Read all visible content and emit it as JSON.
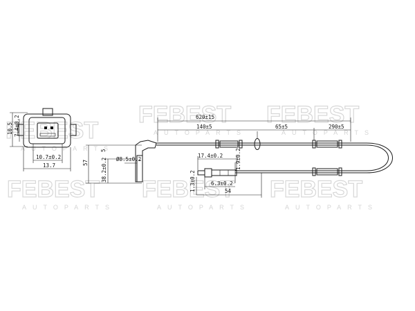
{
  "watermark": {
    "brand": "FEBEST",
    "tagline": "AUTOPARTS"
  },
  "dimensions": {
    "connector_height_total": "10.5",
    "connector_height_inner": "7.4±0.2",
    "connector_width_inner": "10.7±0.2",
    "connector_width_total": "13.7",
    "sensor_height": "57",
    "sensor_body_height": "38.2±0.2",
    "sensor_side": "5",
    "sensor_diameter": "Ø8.5±0.2",
    "cable_total_length": "620±15",
    "segment_1": "140±5",
    "segment_2": "65±5",
    "segment_3": "290±5",
    "plug_length": "17.4±0.2",
    "plug_tip": "1.9±0.2",
    "plug_offset": "1.3±0.2",
    "plug_pin": "6.3±0.2",
    "plug_total": "54"
  }
}
